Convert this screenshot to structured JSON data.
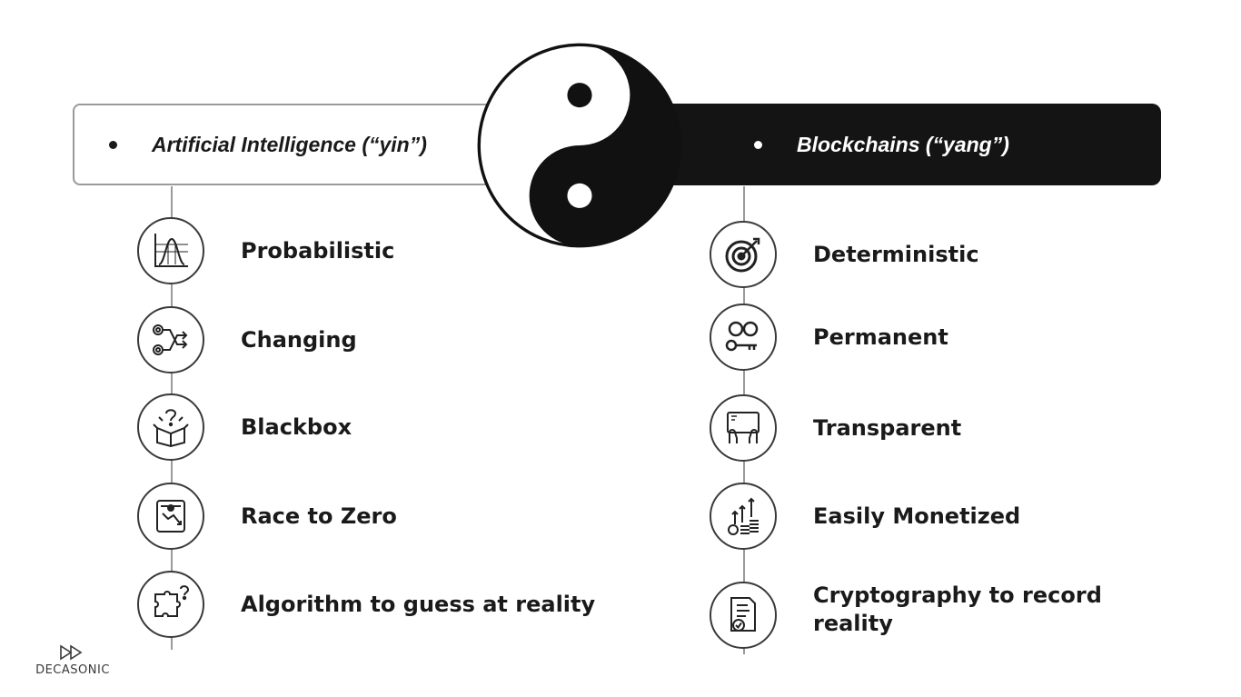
{
  "left_header": {
    "label": "Artificial Intelligence (“yin”)"
  },
  "right_header": {
    "label": "Blockchains (“yang”)"
  },
  "left_items": [
    {
      "label": "Probabilistic",
      "icon": "distribution-chart-icon"
    },
    {
      "label": "Changing",
      "icon": "branching-arrows-icon"
    },
    {
      "label": "Blackbox",
      "icon": "question-box-icon"
    },
    {
      "label": "Race to Zero",
      "icon": "declining-money-icon"
    },
    {
      "label": "Algorithm to guess at reality",
      "icon": "puzzle-icon"
    }
  ],
  "right_items": [
    {
      "label": "Deterministic",
      "icon": "target-icon"
    },
    {
      "label": "Permanent",
      "icon": "chain-key-icon"
    },
    {
      "label": "Transparent",
      "icon": "hands-glass-icon"
    },
    {
      "label": "Easily Monetized",
      "icon": "rising-coins-icon"
    },
    {
      "label": "Cryptography to record reality",
      "icon": "certificate-check-icon"
    }
  ],
  "logo": {
    "text": "DECASONIC"
  }
}
